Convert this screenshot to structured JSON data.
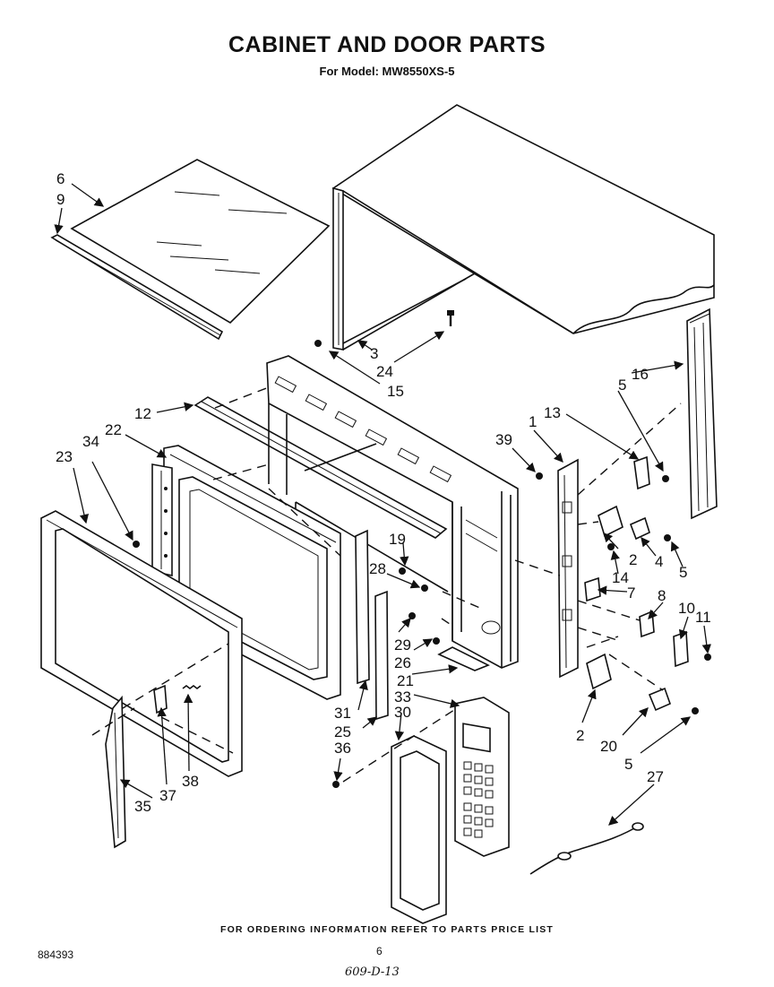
{
  "header": {
    "title": "CABINET AND DOOR PARTS",
    "subtitle": "For Model: MW8550XS-5"
  },
  "footer": {
    "ordering_note": "FOR ORDERING INFORMATION REFER TO PARTS PRICE LIST",
    "page_number": "6",
    "document_number": "884393",
    "handwritten_note": "609-D-13"
  },
  "callouts": {
    "c1": "1",
    "c2a": "2",
    "c2b": "2",
    "c3": "3",
    "c4": "4",
    "c5a": "5",
    "c5b": "5",
    "c5c": "5",
    "c6": "6",
    "c7": "7",
    "c8": "8",
    "c9": "9",
    "c10": "10",
    "c11": "11",
    "c12": "12",
    "c13": "13",
    "c14": "14",
    "c15": "15",
    "c16": "16",
    "c19": "19",
    "c20": "20",
    "c21": "21",
    "c22": "22",
    "c23": "23",
    "c24": "24",
    "c25": "25",
    "c26": "26",
    "c27": "27",
    "c28": "28",
    "c29": "29",
    "c30": "30",
    "c31": "31",
    "c33": "33",
    "c34": "34",
    "c35": "35",
    "c36": "36",
    "c37": "37",
    "c38": "38",
    "c39": "39"
  }
}
